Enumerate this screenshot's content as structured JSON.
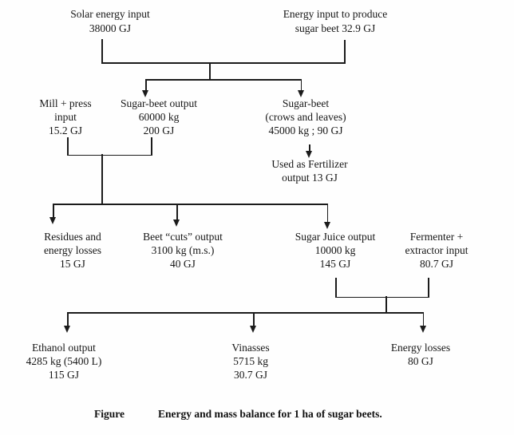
{
  "figure": {
    "caption_label": "Figure",
    "caption_text": "Energy and mass balance for 1 ha of sugar beets."
  },
  "nodes": {
    "solar_input": {
      "lines": [
        "Solar energy input",
        "38000 GJ"
      ]
    },
    "energy_input": {
      "lines": [
        "Energy input to produce",
        "sugar beet 32.9 GJ"
      ]
    },
    "mill_press": {
      "lines": [
        "Mill + press",
        "input",
        "15.2 GJ"
      ]
    },
    "beet_output": {
      "lines": [
        "Sugar-beet output",
        "60000 kg",
        "200 GJ"
      ]
    },
    "beet_crows": {
      "lines": [
        "Sugar-beet",
        "(crows and leaves)",
        "45000 kg ; 90 GJ"
      ]
    },
    "fertilizer": {
      "lines": [
        "Used as Fertilizer",
        "output 13 GJ"
      ]
    },
    "residues": {
      "lines": [
        "Residues and",
        "energy losses",
        "15 GJ"
      ]
    },
    "beet_cuts": {
      "lines": [
        "Beet “cuts” output",
        "3100 kg (m.s.)",
        "40 GJ"
      ]
    },
    "sugar_juice": {
      "lines": [
        "Sugar Juice output",
        "10000 kg",
        "145 GJ"
      ]
    },
    "fermenter": {
      "lines": [
        "Fermenter +",
        "extractor input",
        "80.7 GJ"
      ]
    },
    "ethanol": {
      "lines": [
        "Ethanol output",
        "4285 kg (5400 L)",
        "115 GJ"
      ]
    },
    "vinasses": {
      "lines": [
        "Vinasses",
        "5715 kg",
        "30.7 GJ"
      ]
    },
    "energy_losses": {
      "lines": [
        "Energy losses",
        "80 GJ"
      ]
    }
  },
  "edges": [
    {
      "from": [
        "solar_input",
        "energy_input"
      ],
      "to": [
        "beet_output",
        "beet_crows"
      ]
    },
    {
      "from": [
        "beet_crows"
      ],
      "to": [
        "fertilizer"
      ]
    },
    {
      "from": [
        "mill_press",
        "beet_output"
      ],
      "to": [
        "residues",
        "beet_cuts",
        "sugar_juice"
      ]
    },
    {
      "from": [
        "sugar_juice",
        "fermenter"
      ],
      "to": [
        "ethanol",
        "vinasses",
        "energy_losses"
      ]
    }
  ],
  "colors": {
    "line": "#1b1b1b",
    "text": "#161616",
    "background": "#fefefe"
  }
}
